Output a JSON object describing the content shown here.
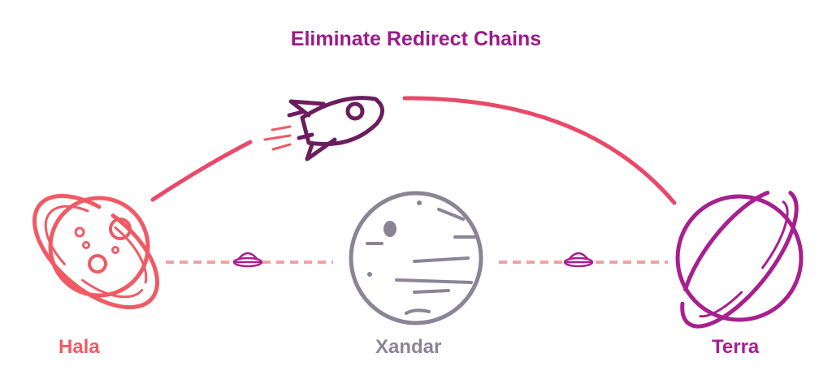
{
  "title": "Eliminate Redirect Chains",
  "nodes": {
    "hala": {
      "label": "Hala",
      "color": "#f05a64",
      "icon": "planet-hala-icon"
    },
    "xandar": {
      "label": "Xandar",
      "color": "#8c8496",
      "icon": "planet-xandar-icon"
    },
    "terra": {
      "label": "Terra",
      "color": "#a81f8f",
      "icon": "planet-terra-icon"
    }
  },
  "connections": [
    {
      "from": "Hala",
      "to": "Terra",
      "style": "solid arc",
      "icon": "rocket-icon"
    },
    {
      "from": "Hala",
      "to": "Xandar",
      "style": "dashed line",
      "icon": "ufo-icon"
    },
    {
      "from": "Xandar",
      "to": "Terra",
      "style": "dashed line",
      "icon": "ufo-icon"
    }
  ],
  "colors": {
    "accent_title": "#9c1a8a",
    "arc": "#ea4869",
    "dashed": "#f2a0a4",
    "rocket": "#6b1d5e",
    "rocket_flame": "#f05a64"
  }
}
